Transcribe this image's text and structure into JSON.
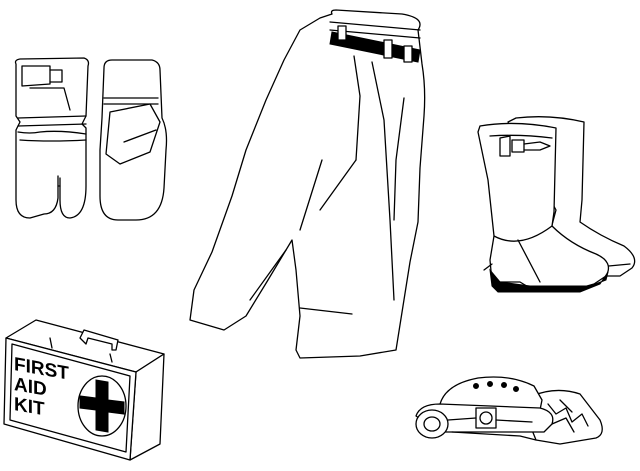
{
  "illustration": {
    "items": [
      {
        "id": "mittens",
        "icon": "mittens-icon"
      },
      {
        "id": "rain-pants",
        "icon": "pants-icon"
      },
      {
        "id": "rubber-boots",
        "icon": "boots-icon"
      },
      {
        "id": "first-aid-kit",
        "icon": "first-aid-kit-icon"
      },
      {
        "id": "hard-hat-with-ear-muffs-and-face-shield",
        "icon": "hard-hat-icon"
      }
    ],
    "first_aid_kit": {
      "line1": "FIRST",
      "line2": "AID",
      "line3": "KIT"
    },
    "colors": {
      "ink": "#000000",
      "paper": "#ffffff"
    }
  }
}
